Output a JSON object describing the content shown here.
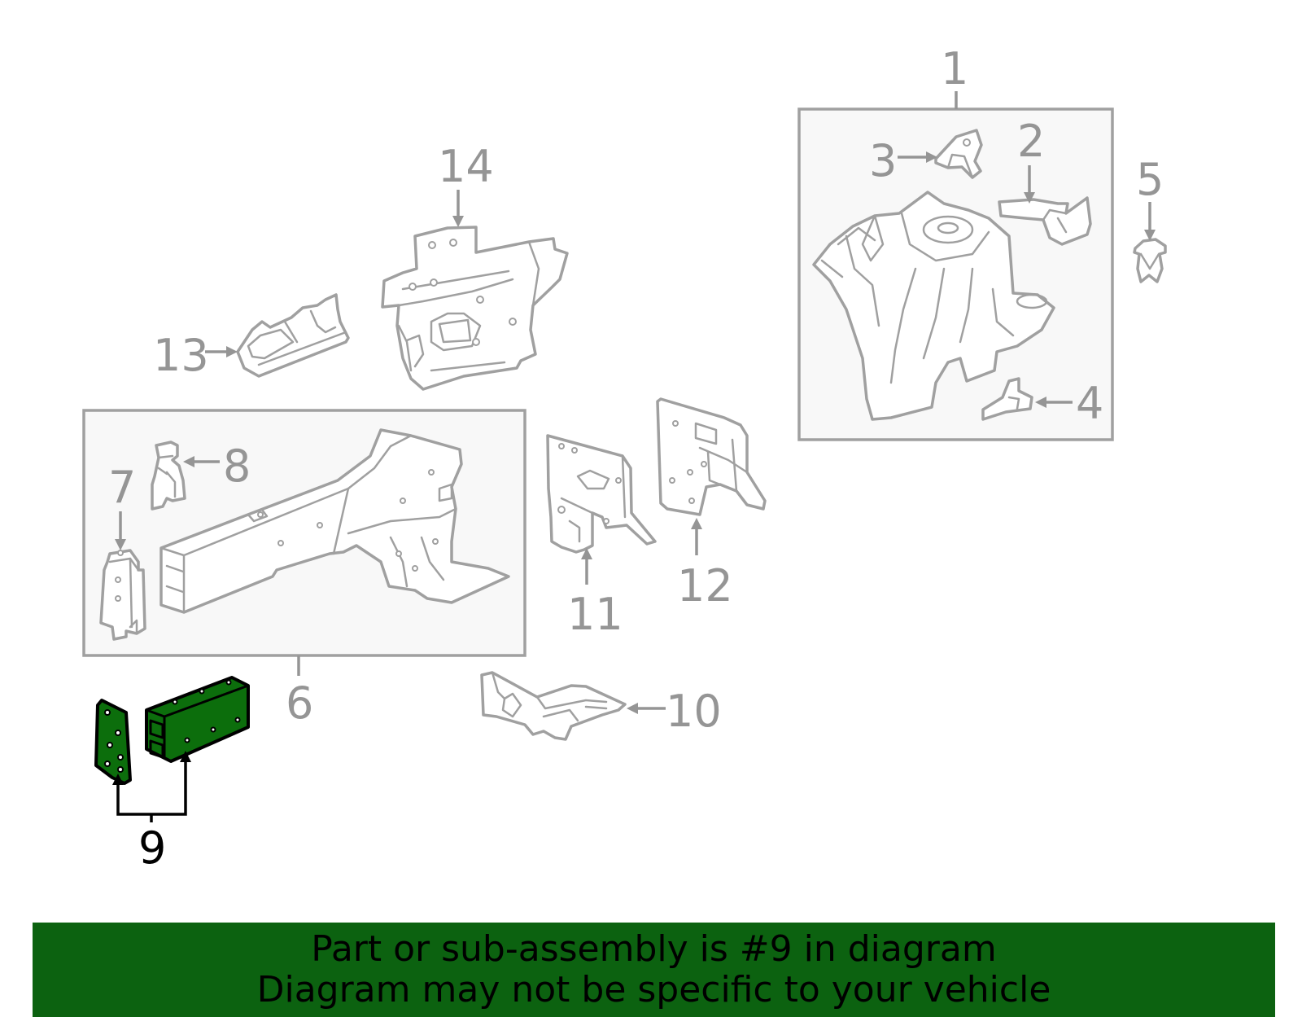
{
  "diagram": {
    "callouts": {
      "c1": "1",
      "c2": "2",
      "c3": "3",
      "c4": "4",
      "c5": "5",
      "c6": "6",
      "c7": "7",
      "c8": "8",
      "c9": "9",
      "c10": "10",
      "c11": "11",
      "c12": "12",
      "c13": "13",
      "c14": "14"
    },
    "highlighted_part": "9",
    "colors": {
      "highlight": "#0c6e0c",
      "banner": "#0c6210",
      "line_art": "#a0a0a0",
      "callout_text": "#959595"
    }
  },
  "banner": {
    "line1": "Part or sub-assembly is #9 in diagram",
    "line2": "Diagram may not be specific to your vehicle"
  }
}
